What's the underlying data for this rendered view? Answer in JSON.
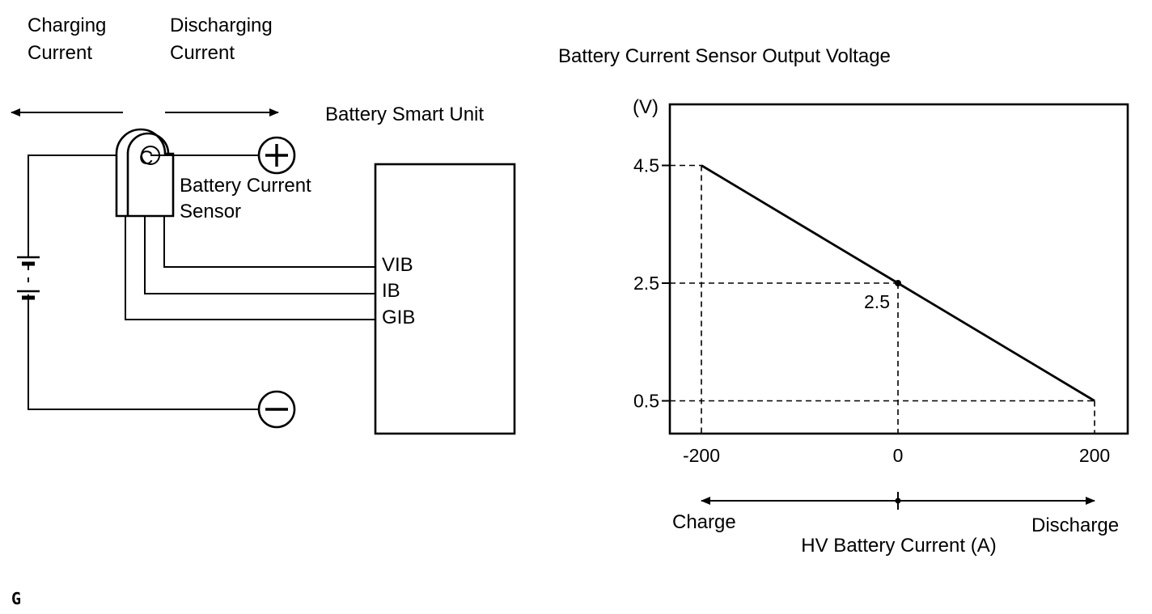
{
  "circuit": {
    "charging_current_label": [
      "Charging",
      "Current"
    ],
    "discharging_current_label": [
      "Discharging",
      "Current"
    ],
    "battery_smart_unit_label": "Battery Smart Unit",
    "battery_current_sensor_label": [
      "Battery Current",
      "Sensor"
    ],
    "sensor_symbol": "C",
    "terminals": [
      "VIB",
      "IB",
      "GIB"
    ]
  },
  "chart_data": {
    "type": "line",
    "title": "Battery Current Sensor Output Voltage",
    "xlabel": "HV Battery Current (A)",
    "ylabel": "(V)",
    "x": [
      -200,
      0,
      200
    ],
    "y": [
      4.5,
      2.5,
      0.5
    ],
    "x_ticks": [
      -200,
      0,
      200
    ],
    "y_ticks": [
      4.5,
      2.5,
      0.5
    ],
    "x_tick_labels": [
      "-200",
      "0",
      "200"
    ],
    "y_tick_labels": [
      "4.5",
      "2.5",
      "0.5"
    ],
    "point_annotation": {
      "x": 0,
      "y": 2.5,
      "label": "2.5"
    },
    "direction_left_label": "Charge",
    "direction_right_label": "Discharge",
    "grid": false
  },
  "figure_code": "G"
}
